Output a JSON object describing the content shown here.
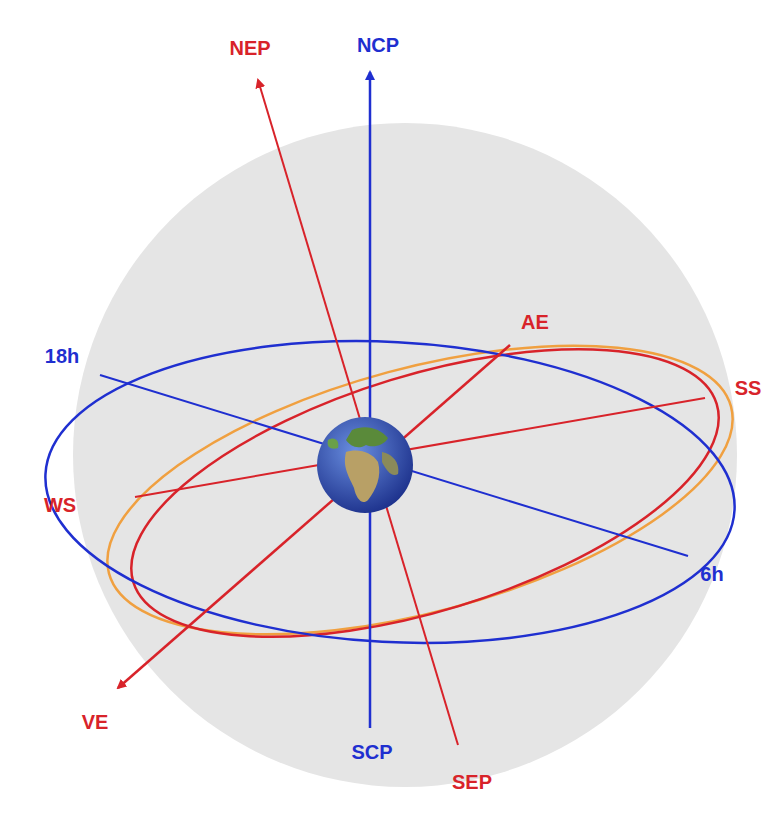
{
  "diagram": {
    "labels": [
      "NEP",
      "NCP",
      "AE",
      "18h",
      "SS",
      "WS",
      "6h",
      "VE",
      "SCP",
      "SEP"
    ]
  }
}
